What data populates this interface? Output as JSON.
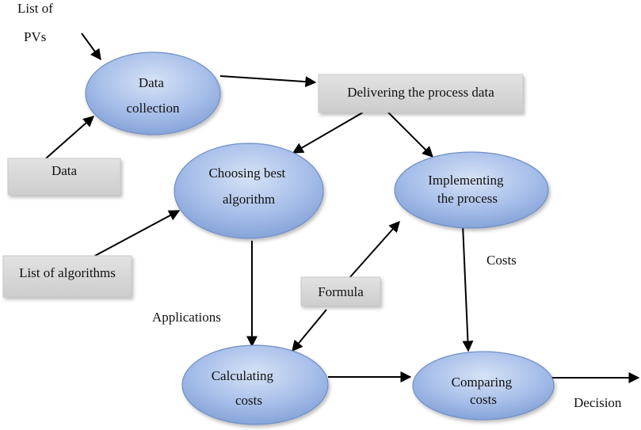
{
  "nodes": {
    "list_of_pvs": [
      "List of",
      "PVs"
    ],
    "data_collection": [
      "Data",
      "collection"
    ],
    "delivering": [
      "Delivering the process data"
    ],
    "data": [
      "Data"
    ],
    "choosing": [
      "Choosing best",
      "algorithm"
    ],
    "implementing": [
      "Implementing",
      "the process"
    ],
    "list_of_algorithms": [
      "List of algorithms"
    ],
    "formula": [
      "Formula"
    ],
    "calculating": [
      "Calculating",
      "costs"
    ],
    "comparing": [
      "Comparing",
      "costs"
    ]
  },
  "labels": {
    "costs": "Costs",
    "applications": "Applications",
    "decision": "Decision"
  },
  "colors": {
    "ellipse_fill_light": "#c9d8f2",
    "ellipse_fill_dark": "#7f9fd6",
    "box_fill": "#d4d4d4",
    "arrow": "#000000"
  }
}
